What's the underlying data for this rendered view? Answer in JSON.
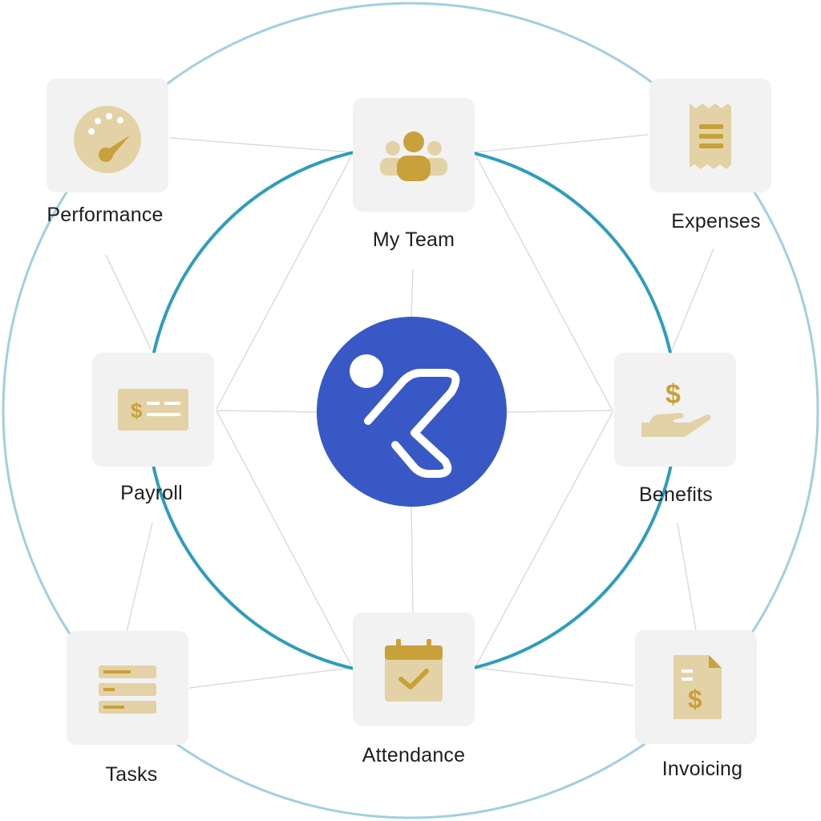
{
  "colors": {
    "hub": "#3858c6",
    "inner_ring": "#2e9dbc",
    "outer_ring": "#9fd0e0",
    "connector": "#dcdcdc",
    "icon_dark": "#c9a13a",
    "icon_light": "#e3d2a6",
    "tile": "#f2f2f2"
  },
  "hub": {
    "icon": "logo-icon"
  },
  "modules": [
    {
      "id": "performance",
      "label": "Performance",
      "icon": "speedometer-icon"
    },
    {
      "id": "my-team",
      "label": "My Team",
      "icon": "team-icon"
    },
    {
      "id": "expenses",
      "label": "Expenses",
      "icon": "receipt-icon"
    },
    {
      "id": "payroll",
      "label": "Payroll",
      "icon": "paycheck-icon"
    },
    {
      "id": "benefits",
      "label": "Benefits",
      "icon": "hand-dollar-icon"
    },
    {
      "id": "tasks",
      "label": "Tasks",
      "icon": "task-list-icon"
    },
    {
      "id": "attendance",
      "label": "Attendance",
      "icon": "calendar-check-icon"
    },
    {
      "id": "invoicing",
      "label": "Invoicing",
      "icon": "invoice-icon"
    }
  ]
}
